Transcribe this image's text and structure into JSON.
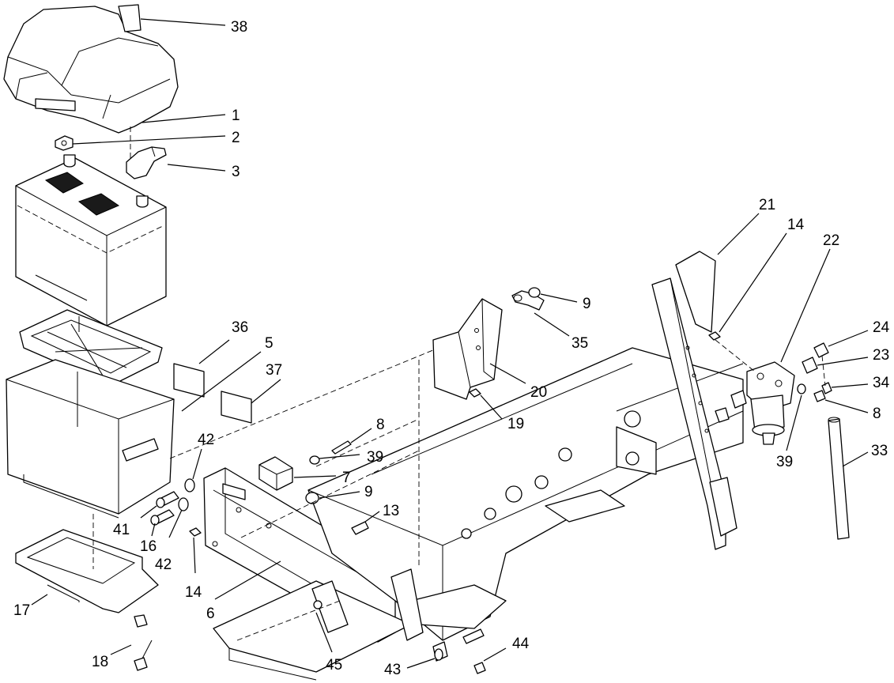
{
  "callouts": [
    {
      "id": "c38a",
      "label": "38"
    },
    {
      "id": "c1",
      "label": "1"
    },
    {
      "id": "c2",
      "label": "2"
    },
    {
      "id": "c3",
      "label": "3"
    },
    {
      "id": "c36",
      "label": "36"
    },
    {
      "id": "c5",
      "label": "5"
    },
    {
      "id": "c37",
      "label": "37"
    },
    {
      "id": "c42a",
      "label": "42"
    },
    {
      "id": "c41",
      "label": "41"
    },
    {
      "id": "c16",
      "label": "16"
    },
    {
      "id": "c42b",
      "label": "42"
    },
    {
      "id": "c14a",
      "label": "14"
    },
    {
      "id": "c17",
      "label": "17"
    },
    {
      "id": "c18",
      "label": "18"
    },
    {
      "id": "c6",
      "label": "6"
    },
    {
      "id": "c45",
      "label": "45"
    },
    {
      "id": "c43",
      "label": "43"
    },
    {
      "id": "c44",
      "label": "44"
    },
    {
      "id": "c8a",
      "label": "8"
    },
    {
      "id": "c39a",
      "label": "39"
    },
    {
      "id": "c7",
      "label": "7"
    },
    {
      "id": "c9a",
      "label": "9"
    },
    {
      "id": "c13",
      "label": "13"
    },
    {
      "id": "c19",
      "label": "19"
    },
    {
      "id": "c20",
      "label": "20"
    },
    {
      "id": "c9b",
      "label": "9"
    },
    {
      "id": "c35",
      "label": "35"
    },
    {
      "id": "c21",
      "label": "21"
    },
    {
      "id": "c14b",
      "label": "14"
    },
    {
      "id": "c22",
      "label": "22"
    },
    {
      "id": "c24",
      "label": "24"
    },
    {
      "id": "c23",
      "label": "23"
    },
    {
      "id": "c34",
      "label": "34"
    },
    {
      "id": "c8b",
      "label": "8"
    },
    {
      "id": "c39b",
      "label": "39"
    },
    {
      "id": "c33",
      "label": "33"
    }
  ]
}
